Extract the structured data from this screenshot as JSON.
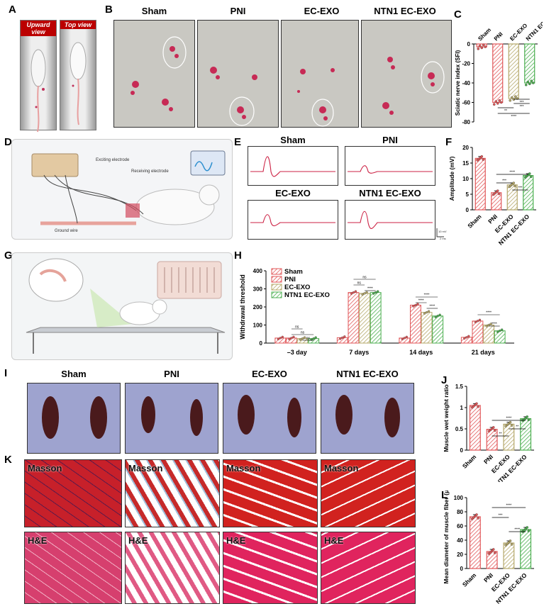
{
  "panels": {
    "A": {
      "letter": "A",
      "views": [
        "Upward view",
        "Top view"
      ]
    },
    "B": {
      "letter": "B",
      "groups": [
        "Sham",
        "PNI",
        "EC-EXO",
        "NTN1 EC-EXO"
      ]
    },
    "C": {
      "letter": "C"
    },
    "D": {
      "letter": "D",
      "labels": [
        "Exciting electrode",
        "Receiving electrode",
        "Ground wire"
      ]
    },
    "E": {
      "letter": "E",
      "groups": [
        "Sham",
        "PNI",
        "EC-EXO",
        "NTN1 EC-EXO"
      ],
      "scale_v": "10 mV",
      "scale_t": "2 ms"
    },
    "F": {
      "letter": "F"
    },
    "G": {
      "letter": "G"
    },
    "H": {
      "letter": "H"
    },
    "I": {
      "letter": "I",
      "groups": [
        "Sham",
        "PNI",
        "EC-EXO",
        "NTN1 EC-EXO"
      ]
    },
    "J": {
      "letter": "J"
    },
    "K": {
      "letter": "K",
      "stains": [
        "Masson",
        "H&E"
      ]
    },
    "L": {
      "letter": "L"
    }
  },
  "chart_data": [
    {
      "id": "C",
      "type": "bar",
      "categories": [
        "Sham",
        "PNI",
        "EC-EXO",
        "NTN1 EC-EXO"
      ],
      "values": [
        -3,
        -60,
        -56,
        -40
      ],
      "ylabel": "Sciatic nerve index (SFI)",
      "ylim": [
        -80,
        0
      ],
      "yticks": [
        0,
        -20,
        -40,
        -60,
        -80
      ],
      "colors": [
        "#e15759",
        "#e15759",
        "#b5a86a",
        "#4caf50"
      ],
      "significance": [
        "**",
        "****",
        "***",
        "***"
      ]
    },
    {
      "id": "F",
      "type": "bar",
      "categories": [
        "Sham",
        "PNI",
        "EC-EXO",
        "NTN1 EC-EXO"
      ],
      "values": [
        16.5,
        5.5,
        8,
        11
      ],
      "ylabel": "Amplitude (mV)",
      "ylim": [
        0,
        20
      ],
      "yticks": [
        0,
        5,
        10,
        15,
        20
      ],
      "colors": [
        "#e15759",
        "#e15759",
        "#b5a86a",
        "#4caf50"
      ],
      "significance": [
        "****",
        "***",
        "***"
      ]
    },
    {
      "id": "H",
      "type": "bar",
      "categories": [
        "–3 day",
        "7 days",
        "14 days",
        "21 days"
      ],
      "series": [
        {
          "name": "Sham",
          "values": [
            28,
            30,
            28,
            32
          ]
        },
        {
          "name": "PNI",
          "values": [
            28,
            280,
            210,
            122
          ]
        },
        {
          "name": "EC-EXO",
          "values": [
            25,
            275,
            170,
            100
          ]
        },
        {
          "name": "NTN1 EC-EXO",
          "values": [
            25,
            280,
            150,
            68
          ]
        }
      ],
      "ylabel": "Withdrawal threshold",
      "ylim": [
        0,
        400
      ],
      "yticks": [
        0,
        100,
        200,
        300,
        400
      ],
      "colors": [
        "#e15759",
        "#e15759",
        "#b5a86a",
        "#4caf50"
      ],
      "significance": [
        "ns",
        "ns",
        "ns",
        "ns",
        "ns",
        "****",
        "****",
        "****",
        "****",
        "****",
        "****"
      ]
    },
    {
      "id": "J",
      "type": "bar",
      "categories": [
        "Sham",
        "PNI",
        "EC-EXO",
        "NTN1 EC-EXO"
      ],
      "values": [
        1.05,
        0.49,
        0.61,
        0.74
      ],
      "ylabel": "Muscle wet weight ratio",
      "ylim": [
        0,
        1.5
      ],
      "yticks": [
        0.0,
        0.5,
        1.0,
        1.5
      ],
      "colors": [
        "#e15759",
        "#e15759",
        "#b5a86a",
        "#4caf50"
      ],
      "significance": [
        "****",
        "**",
        "**"
      ]
    },
    {
      "id": "L",
      "type": "bar",
      "categories": [
        "Sham",
        "PNI",
        "EC-EXO",
        "NTN1 EC-EXO"
      ],
      "values": [
        73,
        24,
        36,
        55
      ],
      "ylabel": "Mean diameter of muscle fiber (μm)",
      "ylim": [
        0,
        100
      ],
      "yticks": [
        0,
        20,
        40,
        60,
        80,
        100
      ],
      "colors": [
        "#e15759",
        "#e15759",
        "#b5a86a",
        "#4caf50"
      ],
      "significance": [
        "****",
        "***",
        "****"
      ]
    }
  ]
}
